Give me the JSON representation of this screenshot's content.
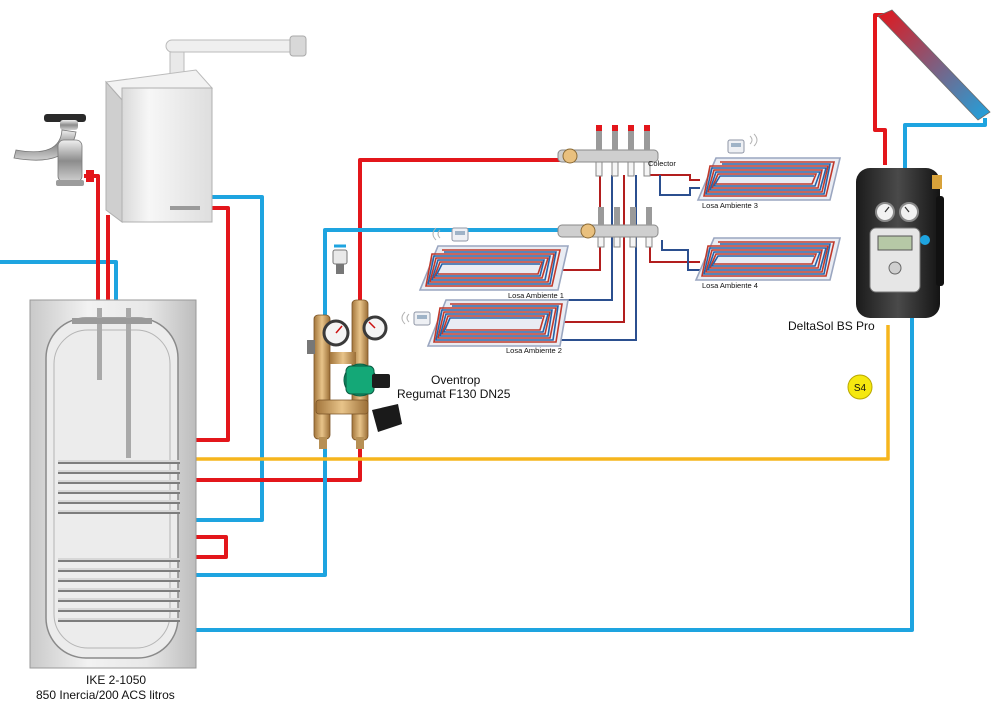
{
  "labels": {
    "tank_model": "IKE 2-1050",
    "tank_capacity": "850 Inercia/200 ACS litros",
    "mixing_station_brand": "Oventrop",
    "mixing_station_model": "Regumat F130 DN25",
    "solar_controller": "DeltaSol BS Pro",
    "manifold": "Colector",
    "zone_1": "Losa Ambiente 1",
    "zone_2": "Losa Ambiente 2",
    "zone_3": "Losa Ambiente 3",
    "zone_4": "Losa Ambiente 4",
    "sensor": "S4"
  },
  "colors": {
    "hot_pipe": "#e3161b",
    "cold_pipe": "#1ea4e0",
    "sensor_wire": "#f6b51d",
    "return_pipe": "#2b4f8f",
    "supply_pipe": "#b21e1e"
  },
  "icons": [
    "faucet-icon",
    "boiler-icon",
    "thermostat-icon",
    "pump-icon",
    "manometer-icon",
    "solar-collector-icon"
  ]
}
